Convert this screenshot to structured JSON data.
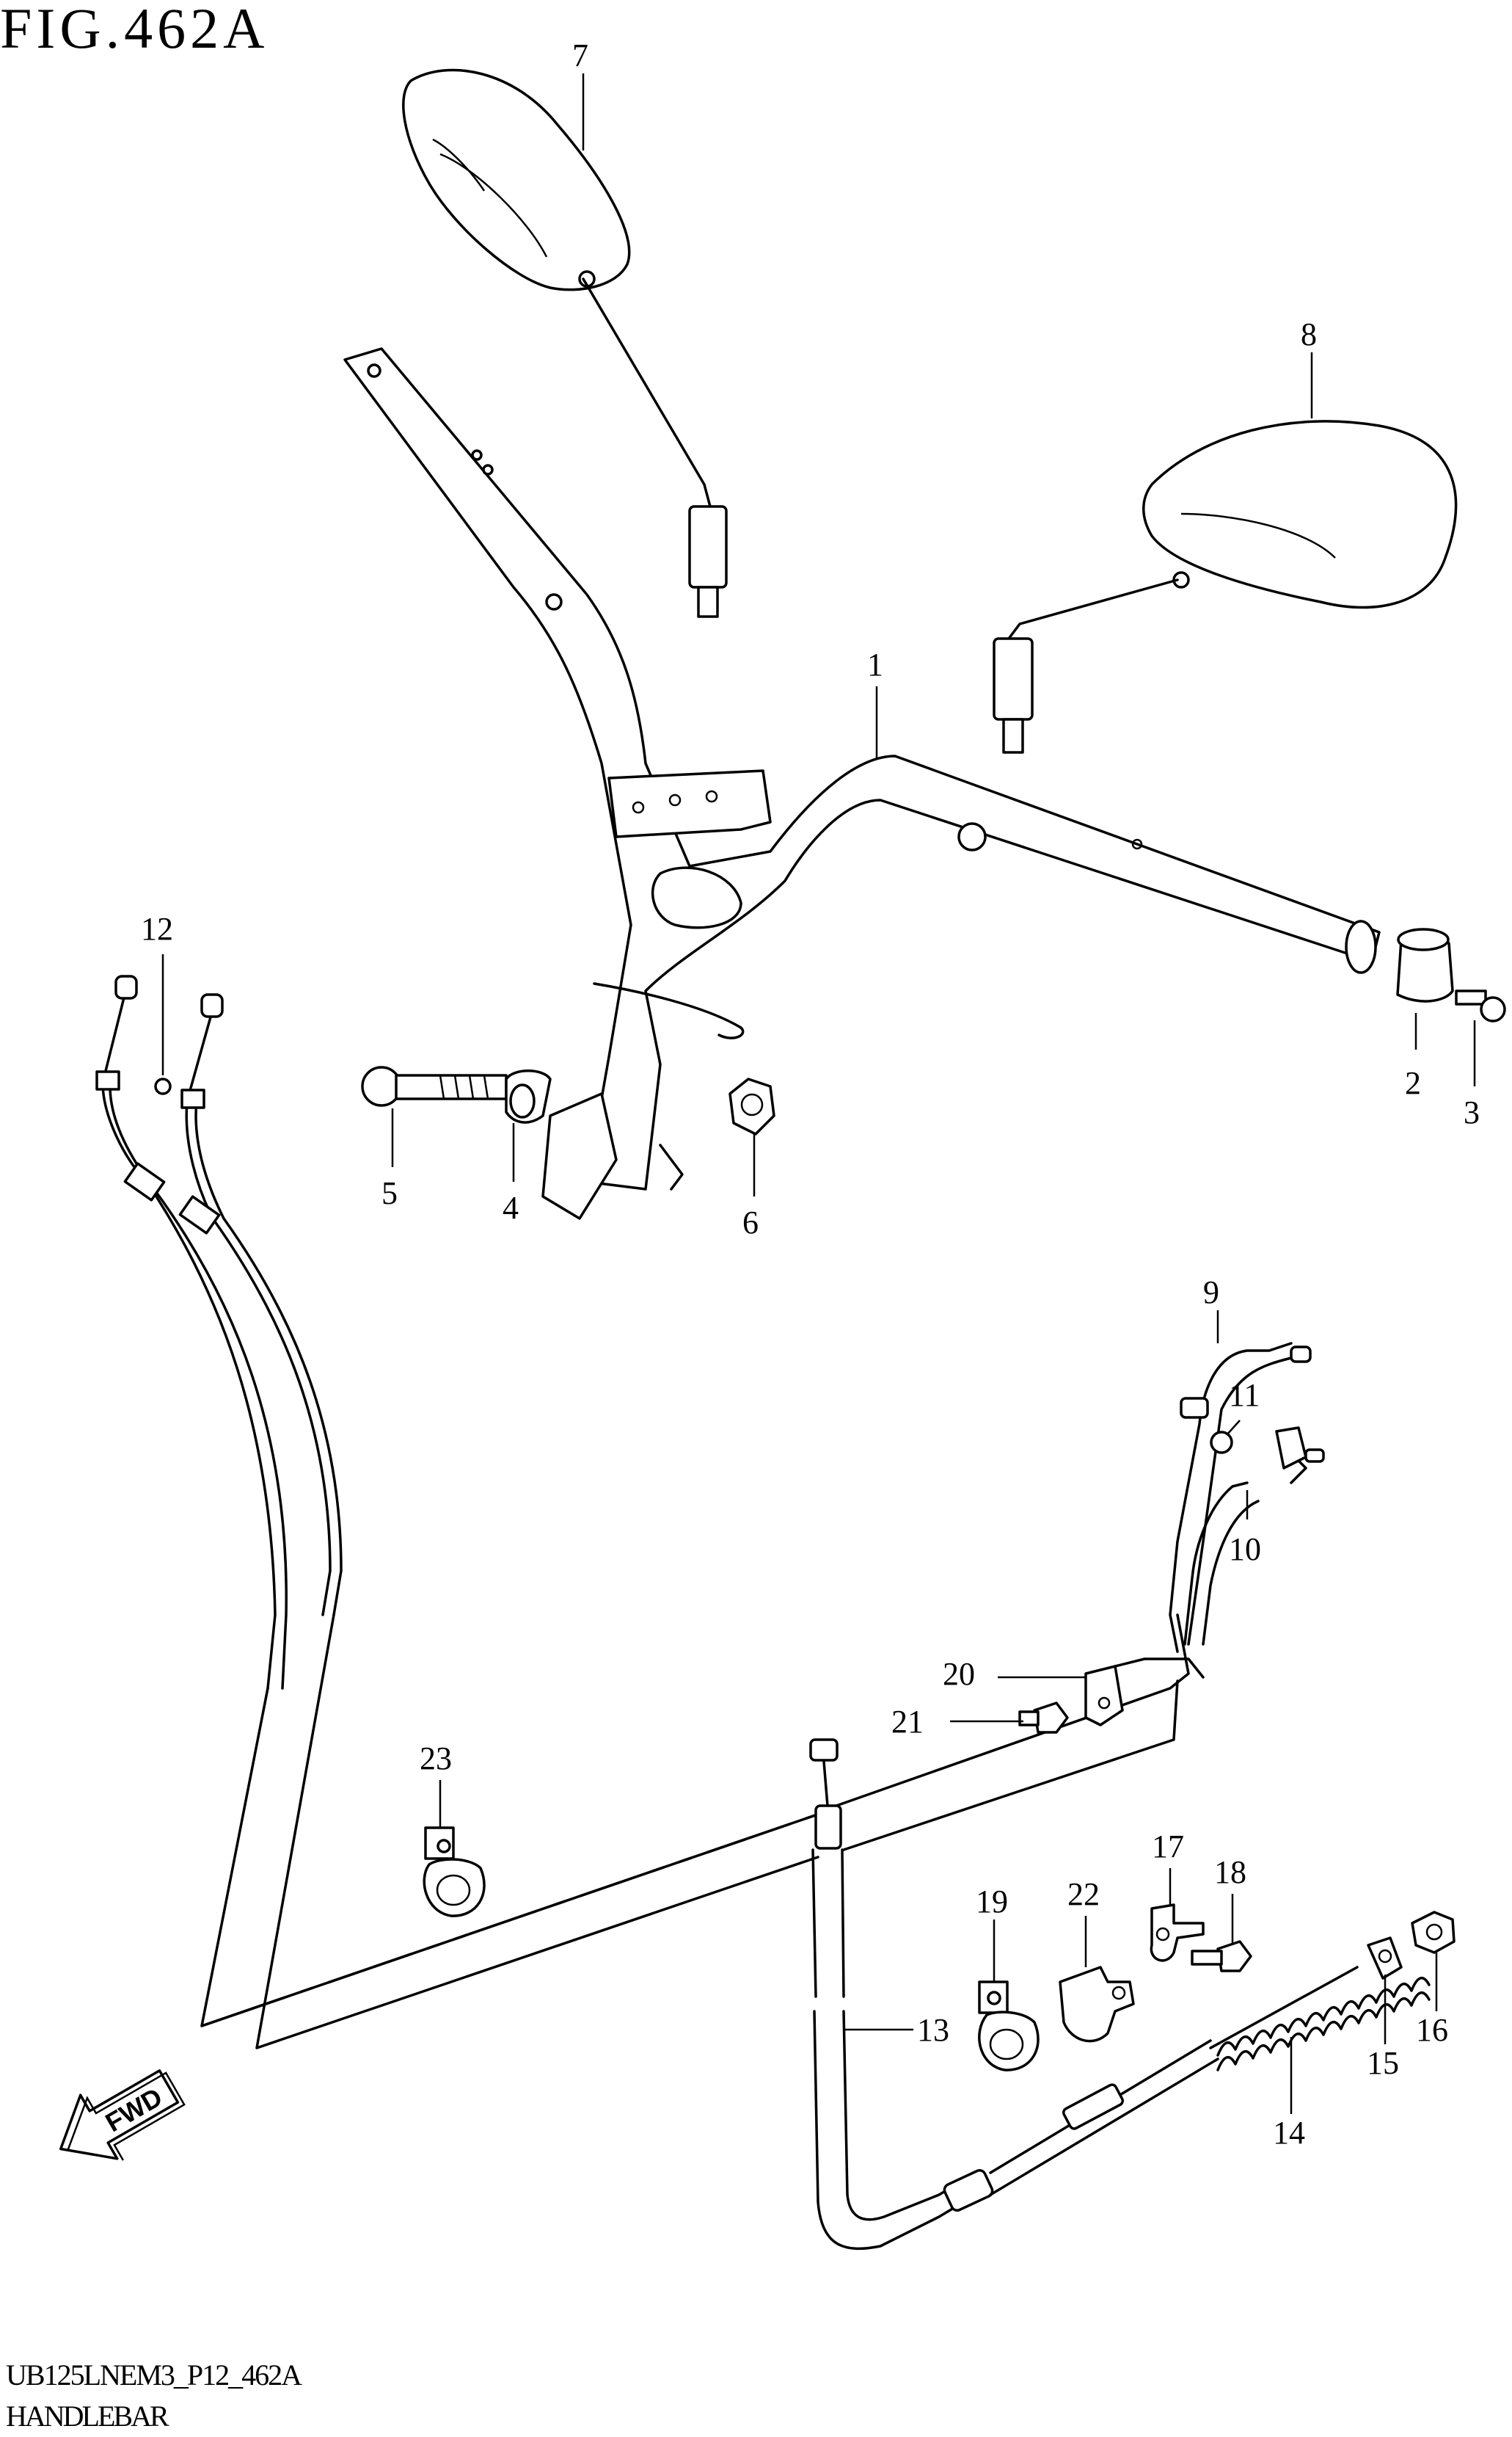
{
  "figure": {
    "title": "FIG.462A",
    "code": "UB125LNEM3_P12_462A",
    "name": "HANDLEBAR",
    "fwd_label": "FWD"
  },
  "callouts": [
    "1",
    "2",
    "3",
    "4",
    "5",
    "6",
    "7",
    "8",
    "9",
    "10",
    "11",
    "12",
    "13",
    "14",
    "15",
    "16",
    "17",
    "18",
    "19",
    "20",
    "21",
    "22",
    "23"
  ]
}
